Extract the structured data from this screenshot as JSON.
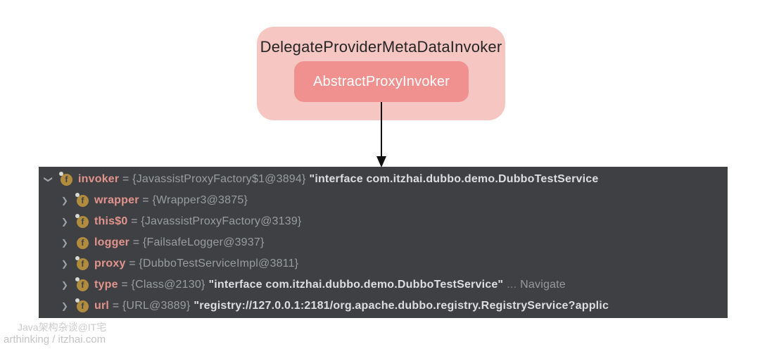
{
  "diagram": {
    "outer_label": "DelegateProviderMetaDataInvoker",
    "inner_label": "AbstractProxyInvoker",
    "outer_color": "#f5c6c2",
    "inner_color": "#f0918f"
  },
  "debugger": {
    "background": "#3e4043",
    "field_icon_color": "#b18c3e",
    "name_color": "#e2938c",
    "rows": [
      {
        "expanded": true,
        "level": 0,
        "final_dot": true,
        "name": "invoker",
        "value": "{JavassistProxyFactory$1@3894}",
        "string": "\"interface com.itzhai.dubbo.demo.DubboTestService"
      },
      {
        "expanded": false,
        "level": 1,
        "final_dot": true,
        "name": "wrapper",
        "value": "{Wrapper3@3875}"
      },
      {
        "expanded": false,
        "level": 1,
        "final_dot": true,
        "name": "this$0",
        "value": "{JavassistProxyFactory@3139}"
      },
      {
        "expanded": false,
        "level": 1,
        "final_dot": false,
        "name": "logger",
        "value": "{FailsafeLogger@3937}"
      },
      {
        "expanded": false,
        "level": 1,
        "final_dot": true,
        "name": "proxy",
        "value": "{DubboTestServiceImpl@3811}"
      },
      {
        "expanded": false,
        "level": 1,
        "final_dot": true,
        "name": "type",
        "value": "{Class@2130}",
        "string": "\"interface com.itzhai.dubbo.demo.DubboTestService\"",
        "dots": "...",
        "link": "Navigate"
      },
      {
        "expanded": false,
        "level": 1,
        "final_dot": true,
        "name": "url",
        "value": "{URL@3889}",
        "string": "\"registry://127.0.0.1:2181/org.apache.dubbo.registry.RegistryService?applic"
      }
    ],
    "icons": {
      "field_icon_letter": "f",
      "chevron_glyph": "❯"
    }
  },
  "watermark": {
    "line1": "Java架构杂谈@IT宅",
    "line2": "arthinking / itzhai.com"
  }
}
